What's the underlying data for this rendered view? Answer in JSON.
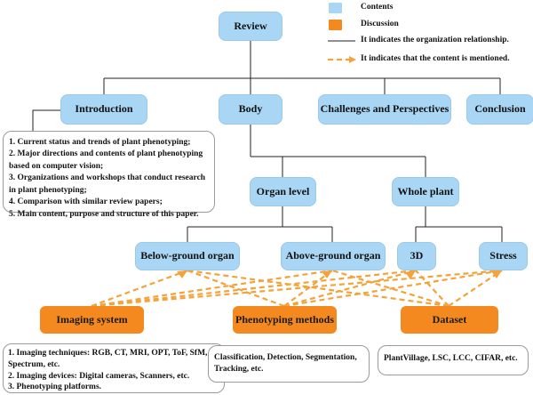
{
  "legend": {
    "contents": "Contents",
    "discussion": "Discussion",
    "relationship": "It indicates the organization relationship.",
    "mentioned": "It indicates that the content is mentioned."
  },
  "colors": {
    "content_box": "#a9d6f5",
    "discussion_box": "#f48a1f",
    "relationship_line": "#222222",
    "mention_line": "#f4a23a"
  },
  "nodes": {
    "review": "Review",
    "introduction": "Introduction",
    "body": "Body",
    "challenges": "Challenges and Perspectives",
    "conclusion": "Conclusion",
    "organ_level": "Organ level",
    "whole_plant": "Whole plant",
    "below_ground": "Below-ground organ",
    "above_ground": "Above-ground organ",
    "three_d": "3D",
    "stress": "Stress",
    "imaging_system": "Imaging system",
    "phenotyping_methods": "Phenotyping methods",
    "dataset": "Dataset"
  },
  "intro_note": [
    "1. Current status and trends of plant phenotyping;",
    "2. Major directions and contents of plant phenotyping based on computer vision;",
    "3. Organizations and workshops that conduct research in plant phenotyping;",
    "4. Comparison with similar review papers;",
    "5. Main content, purpose and structure of this paper."
  ],
  "imaging_note": [
    "1. Imaging techniques: RGB, CT, MRI, OPT, ToF, SfM, Spectrum, etc.",
    "2. Imaging devices: Digital cameras, Scanners, etc.",
    "3. Phenotyping platforms."
  ],
  "methods_note": "Classification, Detection, Segmentation, Tracking, etc.",
  "dataset_note": "PlantVillage, LSC, LCC, CIFAR, etc."
}
